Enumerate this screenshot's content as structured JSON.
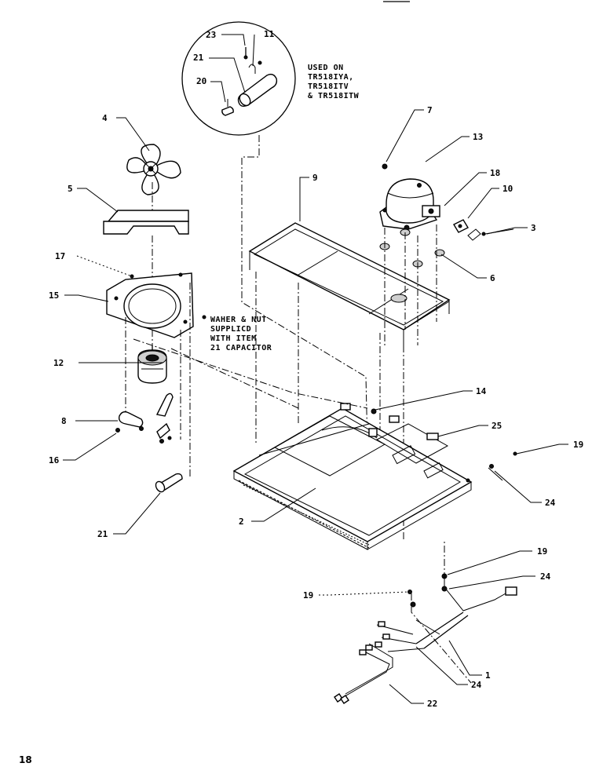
{
  "callouts": {
    "c23": "23",
    "c11": "11",
    "c21a": "21",
    "c20": "20",
    "c4": "4",
    "c5": "5",
    "c17": "17",
    "c15": "15",
    "c12": "12",
    "c8": "8",
    "c16": "16",
    "c21b": "21",
    "c2": "2",
    "c9": "9",
    "c7": "7",
    "c13": "13",
    "c18": "18",
    "c10": "10",
    "c3": "3",
    "c6": "6",
    "c14": "14",
    "c25": "25",
    "c19a": "19",
    "c24a": "24",
    "c19b": "19",
    "c24b": "24",
    "c19c": "19",
    "c1": "1",
    "c24c": "24",
    "c22": "22"
  },
  "notes": {
    "used_on": [
      "USED ON",
      "TR518IYA,",
      "TR518ITV",
      "& TR518ITW"
    ],
    "washer_nut": [
      "WAHER & NUT",
      "SUPPLICD",
      "WITH ITEM",
      "21 CAPACITOR"
    ]
  },
  "page_number": "18"
}
